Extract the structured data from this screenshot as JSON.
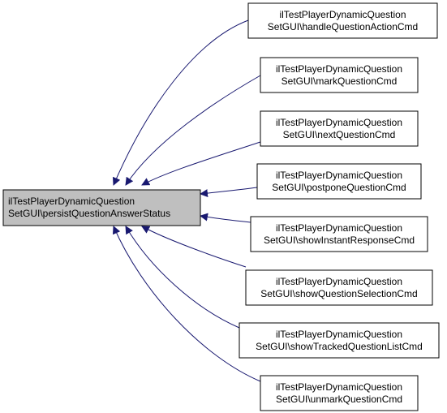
{
  "diagram": {
    "colors": {
      "edge": "#191970",
      "target_fill": "#bfbfbf",
      "node_fill": "#ffffff",
      "border": "#000000"
    },
    "target": {
      "line1": "ilTestPlayerDynamicQuestion",
      "line2": "SetGUI\\persistQuestionAnswerStatus"
    },
    "callers": [
      {
        "line1": "ilTestPlayerDynamicQuestion",
        "line2": "SetGUI\\handleQuestionActionCmd"
      },
      {
        "line1": "ilTestPlayerDynamicQuestion",
        "line2": "SetGUI\\markQuestionCmd"
      },
      {
        "line1": "ilTestPlayerDynamicQuestion",
        "line2": "SetGUI\\nextQuestionCmd"
      },
      {
        "line1": "ilTestPlayerDynamicQuestion",
        "line2": "SetGUI\\postponeQuestionCmd"
      },
      {
        "line1": "ilTestPlayerDynamicQuestion",
        "line2": "SetGUI\\showInstantResponseCmd"
      },
      {
        "line1": "ilTestPlayerDynamicQuestion",
        "line2": "SetGUI\\showQuestionSelectionCmd"
      },
      {
        "line1": "ilTestPlayerDynamicQuestion",
        "line2": "SetGUI\\showTrackedQuestionListCmd"
      },
      {
        "line1": "ilTestPlayerDynamicQuestion",
        "line2": "SetGUI\\unmarkQuestionCmd"
      }
    ]
  }
}
